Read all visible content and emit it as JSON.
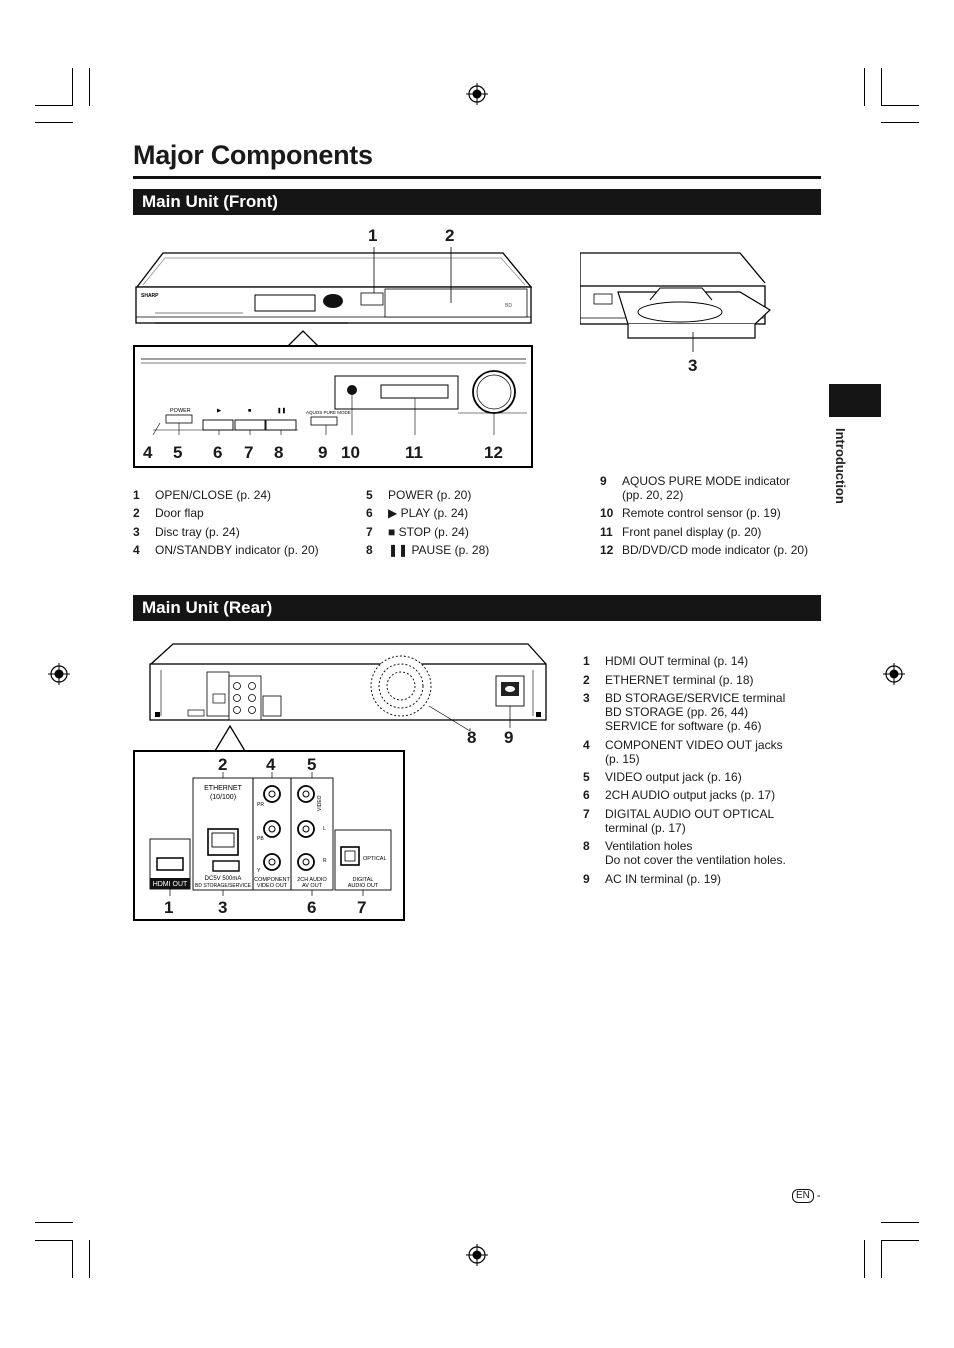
{
  "page": {
    "title": "Major Components",
    "side_tab_label": "Introduction",
    "page_badge": "EN",
    "page_suffix": "-"
  },
  "front": {
    "heading": "Main Unit (Front)",
    "callouts_top": [
      "1",
      "2"
    ],
    "callout_tray": "3",
    "callouts_bottom": [
      "4",
      "5",
      "6",
      "7",
      "8",
      "9",
      "10",
      "11",
      "12"
    ],
    "panel_labels": {
      "brand": "SHARP",
      "power": "POWER",
      "play_symbol": "▶",
      "stop_symbol": "■",
      "pause_symbol": "❚❚",
      "aquos": "AQUOS PURE MODE"
    },
    "legend_col1": [
      {
        "num": "1",
        "text": "OPEN/CLOSE (p. 24)"
      },
      {
        "num": "2",
        "text": "Door flap"
      },
      {
        "num": "3",
        "text": "Disc tray (p. 24)"
      },
      {
        "num": "4",
        "text": "ON/STANDBY indicator (p. 20)"
      }
    ],
    "legend_col2": [
      {
        "num": "5",
        "text": "POWER (p. 20)"
      },
      {
        "num": "6",
        "text": "▶ PLAY (p. 24)"
      },
      {
        "num": "7",
        "text": "■ STOP (p. 24)"
      },
      {
        "num": "8",
        "text": "❚❚ PAUSE (p. 28)"
      }
    ],
    "legend_col3": [
      {
        "num": "9",
        "text": "AQUOS PURE MODE indicator",
        "text2": "(pp. 20, 22)"
      },
      {
        "num": "10",
        "text": "Remote control sensor (p. 19)"
      },
      {
        "num": "11",
        "text": "Front panel display (p. 20)"
      },
      {
        "num": "12",
        "text": "BD/DVD/CD mode indicator (p. 20)"
      }
    ]
  },
  "rear": {
    "heading": "Main Unit (Rear)",
    "callouts_top": [
      "2",
      "4",
      "5"
    ],
    "callouts_side": [
      "8",
      "9"
    ],
    "callouts_bottom": [
      "1",
      "3",
      "6",
      "7"
    ],
    "panel_labels": {
      "ethernet": "ETHERNET",
      "ethernet_speed": "(10/100)",
      "hdmi": "HDMI OUT",
      "dc": "DC5V 500mA",
      "bd_storage": "BD STORAGE/SERVICE",
      "component1": "COMPONENT",
      "component2": "VIDEO OUT",
      "audio1": "2CH AUDIO",
      "audio2": "AV OUT",
      "digital1": "DIGITAL",
      "digital2": "AUDIO OUT",
      "optical": "OPTICAL",
      "video": "VIDEO",
      "pr": "PR",
      "pb": "PB",
      "y": "Y",
      "l": "L",
      "r": "R"
    },
    "legend": [
      {
        "num": "1",
        "lines": [
          "HDMI OUT terminal (p. 14)"
        ]
      },
      {
        "num": "2",
        "lines": [
          "ETHERNET terminal (p. 18)"
        ]
      },
      {
        "num": "3",
        "lines": [
          "BD STORAGE/SERVICE terminal",
          "BD STORAGE (pp. 26, 44)",
          "SERVICE for software (p. 46)"
        ]
      },
      {
        "num": "4",
        "lines": [
          "COMPONENT VIDEO OUT jacks",
          "(p. 15)"
        ]
      },
      {
        "num": "5",
        "lines": [
          "VIDEO output jack (p. 16)"
        ]
      },
      {
        "num": "6",
        "lines": [
          "2CH AUDIO output jacks (p. 17)"
        ]
      },
      {
        "num": "7",
        "lines": [
          "DIGITAL AUDIO OUT OPTICAL",
          "terminal (p. 17)"
        ]
      },
      {
        "num": "8",
        "lines": [
          "Ventilation holes",
          "Do not cover the ventilation holes."
        ]
      },
      {
        "num": "9",
        "lines": [
          "AC IN terminal (p. 19)"
        ]
      }
    ]
  }
}
